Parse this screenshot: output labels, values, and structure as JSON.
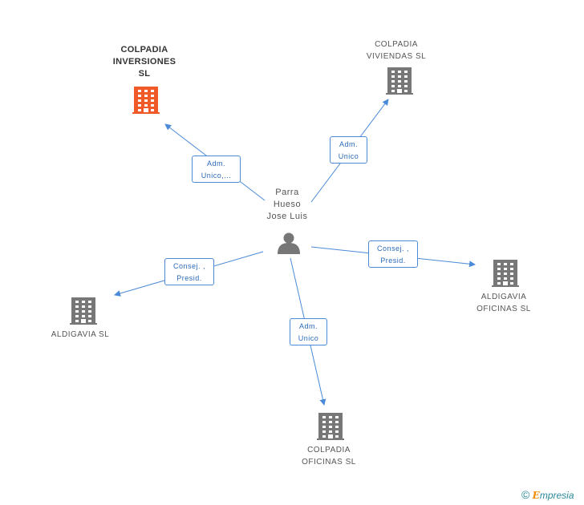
{
  "person": {
    "name": "Parra\nHueso\nJose Luis",
    "icon": "person-icon"
  },
  "companies": [
    {
      "id": "colpadia-inversiones",
      "name": "COLPADIA\nINVERSIONES\nSL",
      "highlight": true,
      "color": "#f05a28",
      "icon": "building-icon"
    },
    {
      "id": "colpadia-viviendas",
      "name": "COLPADIA\nVIVIENDAS  SL",
      "highlight": false,
      "color": "#777777",
      "icon": "building-icon"
    },
    {
      "id": "aldigavia-oficinas",
      "name": "ALDIGAVIA\nOFICINAS  SL",
      "highlight": false,
      "color": "#777777",
      "icon": "building-icon"
    },
    {
      "id": "aldigavia",
      "name": "ALDIGAVIA  SL",
      "highlight": false,
      "color": "#777777",
      "icon": "building-icon"
    },
    {
      "id": "colpadia-oficinas",
      "name": "COLPADIA\nOFICINAS  SL",
      "highlight": false,
      "color": "#777777",
      "icon": "building-icon"
    }
  ],
  "relations": [
    {
      "target": "colpadia-inversiones",
      "label": "Adm.\nUnico,..."
    },
    {
      "target": "colpadia-viviendas",
      "label": "Adm.\nUnico"
    },
    {
      "target": "aldigavia-oficinas",
      "label": "Consej. ,\nPresid."
    },
    {
      "target": "aldigavia",
      "label": "Consej. ,\nPresid."
    },
    {
      "target": "colpadia-oficinas",
      "label": "Adm.\nUnico"
    }
  ],
  "colors": {
    "edge": "#4a8ad8",
    "highlight": "#f05a28",
    "building": "#777777",
    "person": "#777777"
  },
  "footer": {
    "copyright": "©",
    "brand_initial": "E",
    "brand_rest": "mpresia"
  }
}
